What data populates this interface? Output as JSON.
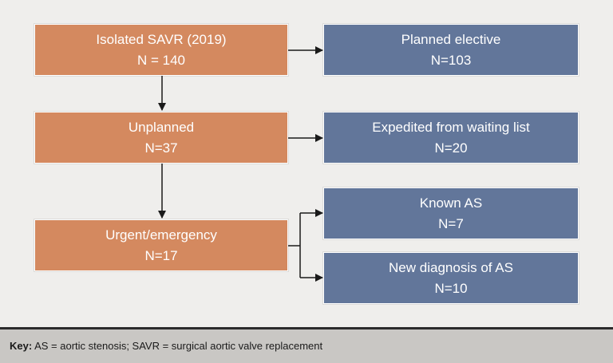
{
  "boxes": {
    "isolated_savr": {
      "line1": "Isolated SAVR (2019)",
      "line2": "N = 140",
      "color": "#d4895f"
    },
    "planned_elective": {
      "line1": "Planned elective",
      "line2": "N=103",
      "color": "#62769a"
    },
    "unplanned": {
      "line1": "Unplanned",
      "line2": "N=37",
      "color": "#d4895f"
    },
    "expedited": {
      "line1": "Expedited from waiting list",
      "line2": "N=20",
      "color": "#62769a"
    },
    "urgent_emergency": {
      "line1": "Urgent/emergency",
      "line2": "N=17",
      "color": "#d4895f"
    },
    "known_as": {
      "line1": "Known AS",
      "line2": "N=7",
      "color": "#62769a"
    },
    "new_diagnosis": {
      "line1": "New diagnosis of AS",
      "line2": "N=10",
      "color": "#62769a"
    }
  },
  "key": {
    "label": "Key:",
    "text": " AS = aortic stenosis; SAVR = surgical aortic valve replacement"
  }
}
